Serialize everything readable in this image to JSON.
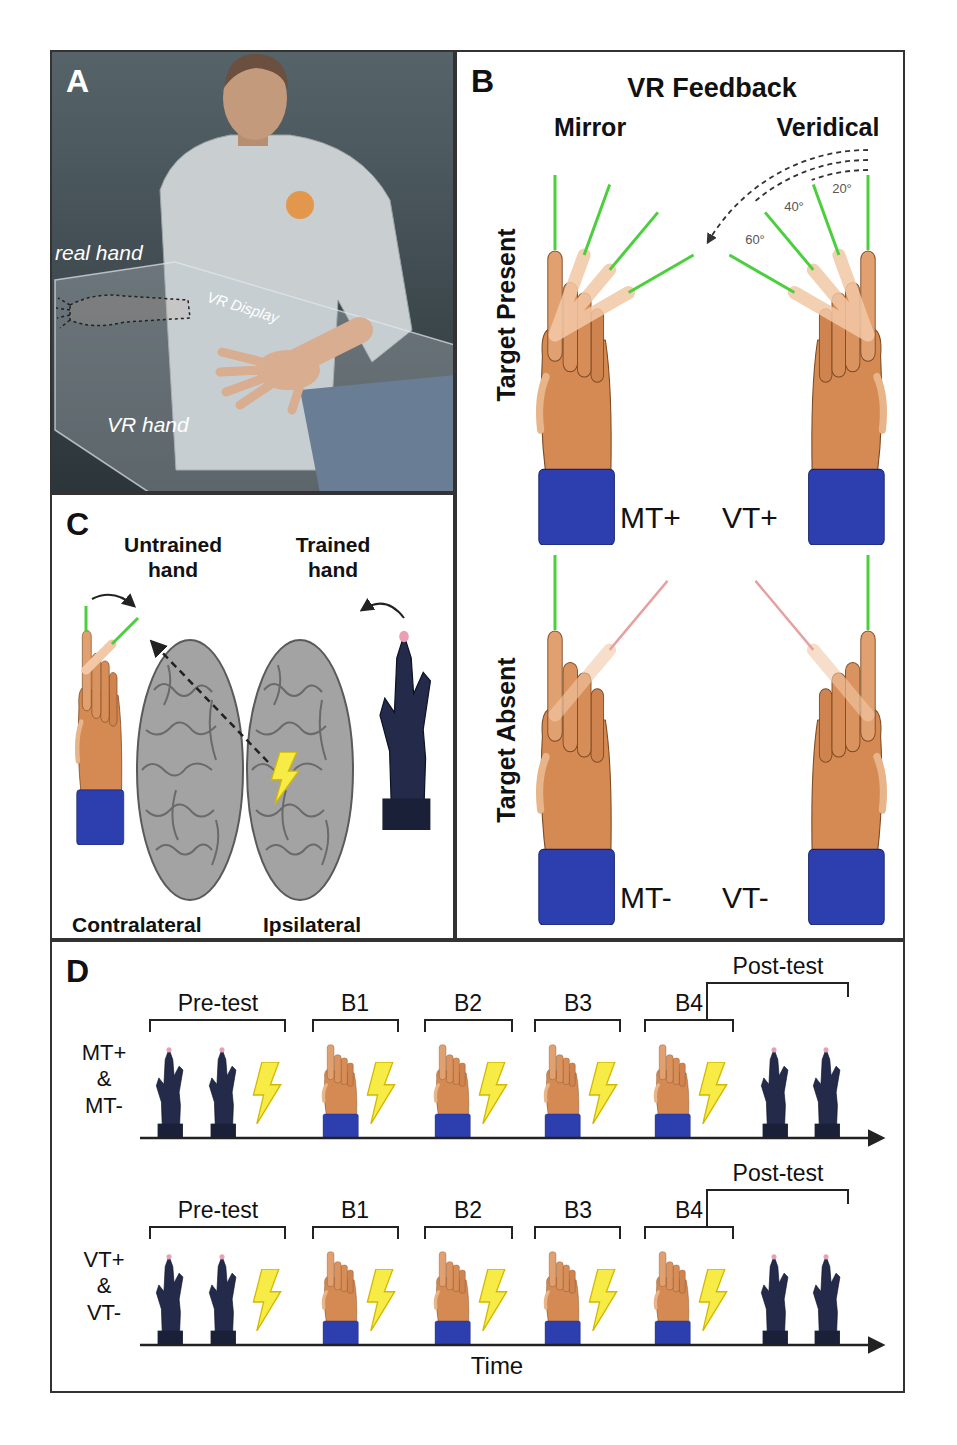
{
  "diagram": {
    "nodes": [
      {
        "text": [
          "A"
        ]
      },
      {
        "text": [
          "B"
        ]
      },
      {
        "text": [
          "C"
        ]
      },
      {
        "text": [
          "D"
        ]
      }
    ],
    "labels": [
      "real hand",
      "VR Display",
      "VR hand",
      "VR Feedback",
      "Mirror",
      "Veridical",
      "Target Present",
      "20°",
      "40°",
      "60°",
      "MT+",
      "VT+",
      "Target Absent",
      "MT-",
      "VT-",
      "Untrained hand",
      "Trained hand",
      "Contralateral",
      "Ipsilateral",
      "Pre-test",
      "B1",
      "B2",
      "B3",
      "B4",
      "Post-test",
      "MT+ & MT-",
      "Pre-test",
      "B1",
      "B2",
      "B3",
      "B4",
      "Post-test",
      "VT+ & VT-",
      "Time"
    ]
  }
}
